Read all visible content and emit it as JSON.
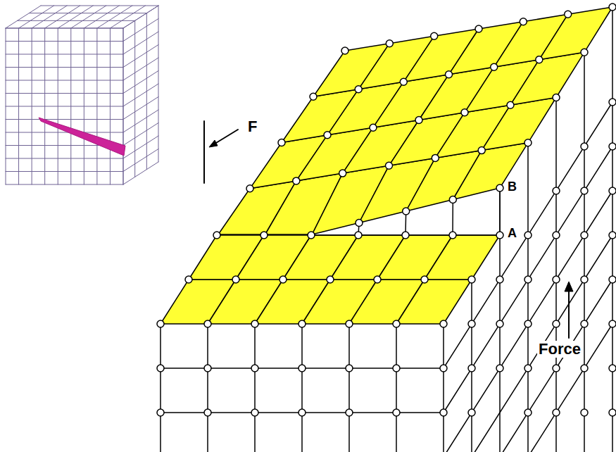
{
  "diagram": {
    "labels": [
      "F",
      "B",
      "A",
      "Force"
    ]
  }
}
